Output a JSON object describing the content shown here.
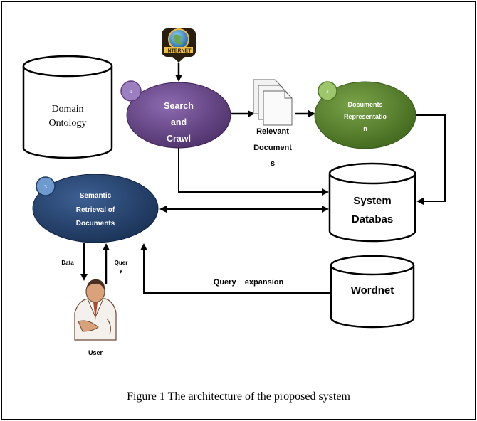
{
  "internet_label": "INTERNET",
  "domain_ontology": {
    "line1": "Domain",
    "line2": "Ontology"
  },
  "search_crawl": {
    "number": "1",
    "line1": "Search",
    "line2": "and",
    "line3": "Crawl"
  },
  "relevant_docs": {
    "line1": "Relevant",
    "line2": "Document",
    "line3": "s"
  },
  "docs_representation": {
    "number": "2",
    "line1": "Documents",
    "line2": "Representatio",
    "line3": "n"
  },
  "system_db": {
    "line1": "System",
    "line2": "Databas"
  },
  "semantic_retrieval": {
    "number": "3",
    "line1": "Semantic",
    "line2": "Retrieval of",
    "line3": "Documents"
  },
  "data_label": "Data",
  "query_label": {
    "line1": "Quer",
    "line2": "y"
  },
  "query_expansion": "Query    expansion",
  "wordnet": "Wordnet",
  "user_label": "User",
  "caption": "Figure 1 The architecture of the proposed system",
  "colors": {
    "search": "#5c3b7d",
    "representation": "#4e7a25",
    "retrieval": "#1f3b64",
    "badge_purple": "#9b7fc0",
    "badge_green": "#9dc76a",
    "badge_blue": "#6f9ad0"
  }
}
